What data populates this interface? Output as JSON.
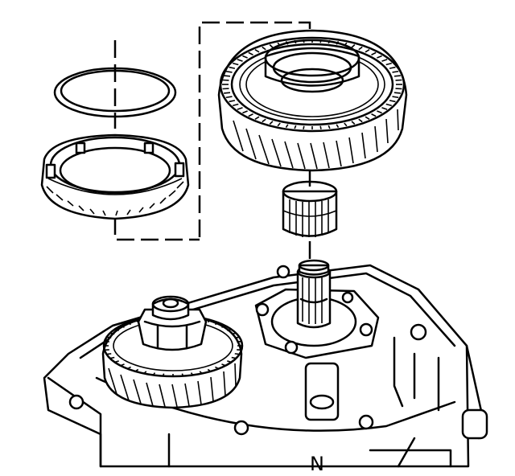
{
  "diagram": {
    "callout": "N",
    "parts": [
      {
        "name": "snap-ring",
        "icon": "ring-icon"
      },
      {
        "name": "synchronizer-blocking-ring",
        "icon": "blocker-ring-icon"
      },
      {
        "name": "helical-gear",
        "icon": "gear-icon"
      },
      {
        "name": "needle-bearing",
        "icon": "bearing-icon"
      },
      {
        "name": "mainshaft",
        "icon": "shaft-icon"
      },
      {
        "name": "countershaft-gear",
        "icon": "gear-icon"
      },
      {
        "name": "transmission-case",
        "icon": "case-icon"
      }
    ]
  }
}
